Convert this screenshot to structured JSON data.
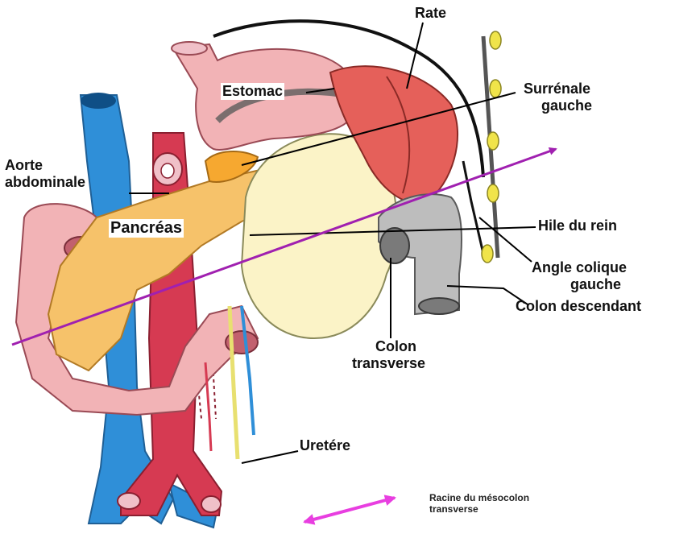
{
  "labels": {
    "rate": "Rate",
    "estomac": "Estomac",
    "surrenale_1": "Surrénale",
    "surrenale_2": "gauche",
    "aorte_1": "Aorte",
    "aorte_2": "abdominale",
    "pancreas": "Pancréas",
    "hile": "Hile du rein",
    "angle_1": "Angle colique",
    "angle_2": "gauche",
    "colon_desc": "Colon descendant",
    "colon_trans_1": "Colon",
    "colon_trans_2": "transverse",
    "uretere": "Uretére",
    "legend_1": "Racine du mésocolon",
    "legend_2": "transverse"
  },
  "colors": {
    "vein_blue": "#2f8fd8",
    "artery_red": "#d63a52",
    "pancreas_orange": "#f6c26a",
    "stomach_pink": "#f2b3b6",
    "spleen_red": "#e5605a",
    "kidney_cream": "#fbf3c7",
    "colon_gray": "#bdbdbd",
    "adrenal_yellow": "#f0e44a",
    "mesocolon_magenta": "#a020b0",
    "legend_arrow": "#e83ee0"
  }
}
